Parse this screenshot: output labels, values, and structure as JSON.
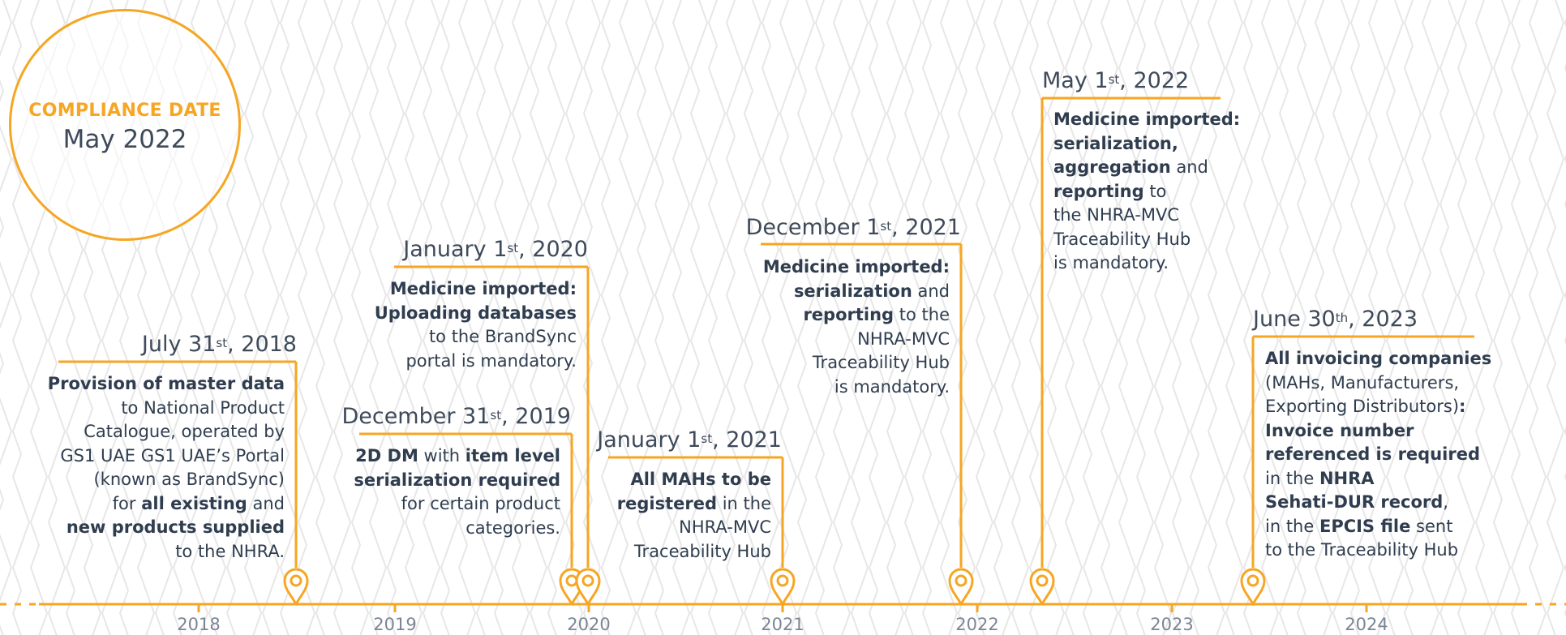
{
  "compliance": {
    "label": "COMPLIANCE DATE",
    "date": "May 2022"
  },
  "milestones": [
    {
      "date_a": "July 31",
      "date_sup": "st",
      "date_b": ", 2018",
      "parts": [
        {
          "t": "Provision of master data",
          "b": true
        },
        {
          "br": true
        },
        {
          "t": "to National Product"
        },
        {
          "br": true
        },
        {
          "t": "Catalogue, operated by"
        },
        {
          "br": true
        },
        {
          "t": "GS1 UAE GS1 UAE’s Portal"
        },
        {
          "br": true
        },
        {
          "t": "(known as BrandSync)"
        },
        {
          "br": true
        },
        {
          "t": "for "
        },
        {
          "t": "all existing",
          "b": true
        },
        {
          "t": " and"
        },
        {
          "br": true
        },
        {
          "t": "new products supplied",
          "b": true
        },
        {
          "br": true
        },
        {
          "t": "to the NHRA."
        }
      ]
    },
    {
      "date_a": "December 31",
      "date_sup": "st",
      "date_b": ", 2019",
      "parts": [
        {
          "t": "2D DM",
          "b": true
        },
        {
          "t": " with "
        },
        {
          "t": "item level",
          "b": true
        },
        {
          "br": true
        },
        {
          "t": "serialization required",
          "b": true
        },
        {
          "br": true
        },
        {
          "t": "for certain product"
        },
        {
          "br": true
        },
        {
          "t": "categories."
        }
      ]
    },
    {
      "date_a": "January 1",
      "date_sup": "st",
      "date_b": ", 2020",
      "parts": [
        {
          "t": "Medicine imported:",
          "b": true
        },
        {
          "br": true
        },
        {
          "t": "Uploading databases",
          "b": true
        },
        {
          "br": true
        },
        {
          "t": "to the BrandSync"
        },
        {
          "br": true
        },
        {
          "t": "portal is mandatory."
        }
      ]
    },
    {
      "date_a": "January 1",
      "date_sup": "st",
      "date_b": ", 2021",
      "parts": [
        {
          "t": "All MAHs to be",
          "b": true
        },
        {
          "br": true
        },
        {
          "t": "registered",
          "b": true
        },
        {
          "t": " in the"
        },
        {
          "br": true
        },
        {
          "t": "NHRA-MVC"
        },
        {
          "br": true
        },
        {
          "t": "Traceability Hub"
        }
      ]
    },
    {
      "date_a": "December 1",
      "date_sup": "st",
      "date_b": ", 2021",
      "parts": [
        {
          "t": "Medicine imported:",
          "b": true
        },
        {
          "br": true
        },
        {
          "t": "serialization",
          "b": true
        },
        {
          "t": " and"
        },
        {
          "br": true
        },
        {
          "t": "reporting",
          "b": true
        },
        {
          "t": " to the"
        },
        {
          "br": true
        },
        {
          "t": "NHRA-MVC"
        },
        {
          "br": true
        },
        {
          "t": "Traceability Hub"
        },
        {
          "br": true
        },
        {
          "t": "is mandatory."
        }
      ]
    },
    {
      "date_a": "May 1",
      "date_sup": "st",
      "date_b": ", 2022",
      "parts": [
        {
          "t": "Medicine imported:",
          "b": true
        },
        {
          "br": true
        },
        {
          "t": "serialization,",
          "b": true
        },
        {
          "br": true
        },
        {
          "t": "aggregation",
          "b": true
        },
        {
          "t": " and"
        },
        {
          "br": true
        },
        {
          "t": "reporting",
          "b": true
        },
        {
          "t": " to"
        },
        {
          "br": true
        },
        {
          "t": "the NHRA-MVC"
        },
        {
          "br": true
        },
        {
          "t": "Traceability Hub"
        },
        {
          "br": true
        },
        {
          "t": "is mandatory."
        }
      ]
    },
    {
      "date_a": "June 30",
      "date_sup": "th",
      "date_b": ", 2023",
      "parts": [
        {
          "t": "All invoicing companies",
          "b": true
        },
        {
          "br": true
        },
        {
          "t": "(MAHs, Manufacturers,"
        },
        {
          "br": true
        },
        {
          "t": "Exporting Distributors)"
        },
        {
          "t": ":",
          "b": true
        },
        {
          "br": true
        },
        {
          "t": "Invoice number",
          "b": true
        },
        {
          "br": true
        },
        {
          "t": "referenced is required",
          "b": true
        },
        {
          "br": true
        },
        {
          "t": "in the "
        },
        {
          "t": "NHRA",
          "b": true
        },
        {
          "br": true
        },
        {
          "t": "Sehati-DUR record",
          "b": true
        },
        {
          "t": ","
        },
        {
          "br": true
        },
        {
          "t": "in the "
        },
        {
          "t": "EPCIS file",
          "b": true
        },
        {
          "t": " sent"
        },
        {
          "br": true
        },
        {
          "t": "to the Traceability Hub"
        }
      ]
    }
  ],
  "years": [
    "2018",
    "2019",
    "2020",
    "2021",
    "2022",
    "2023",
    "2024"
  ],
  "colors": {
    "accent": "#f6a623",
    "text": "#2f3d4f",
    "date": "#3e4a5a",
    "year": "#7b8594",
    "pattern": "#e7e7e7"
  }
}
